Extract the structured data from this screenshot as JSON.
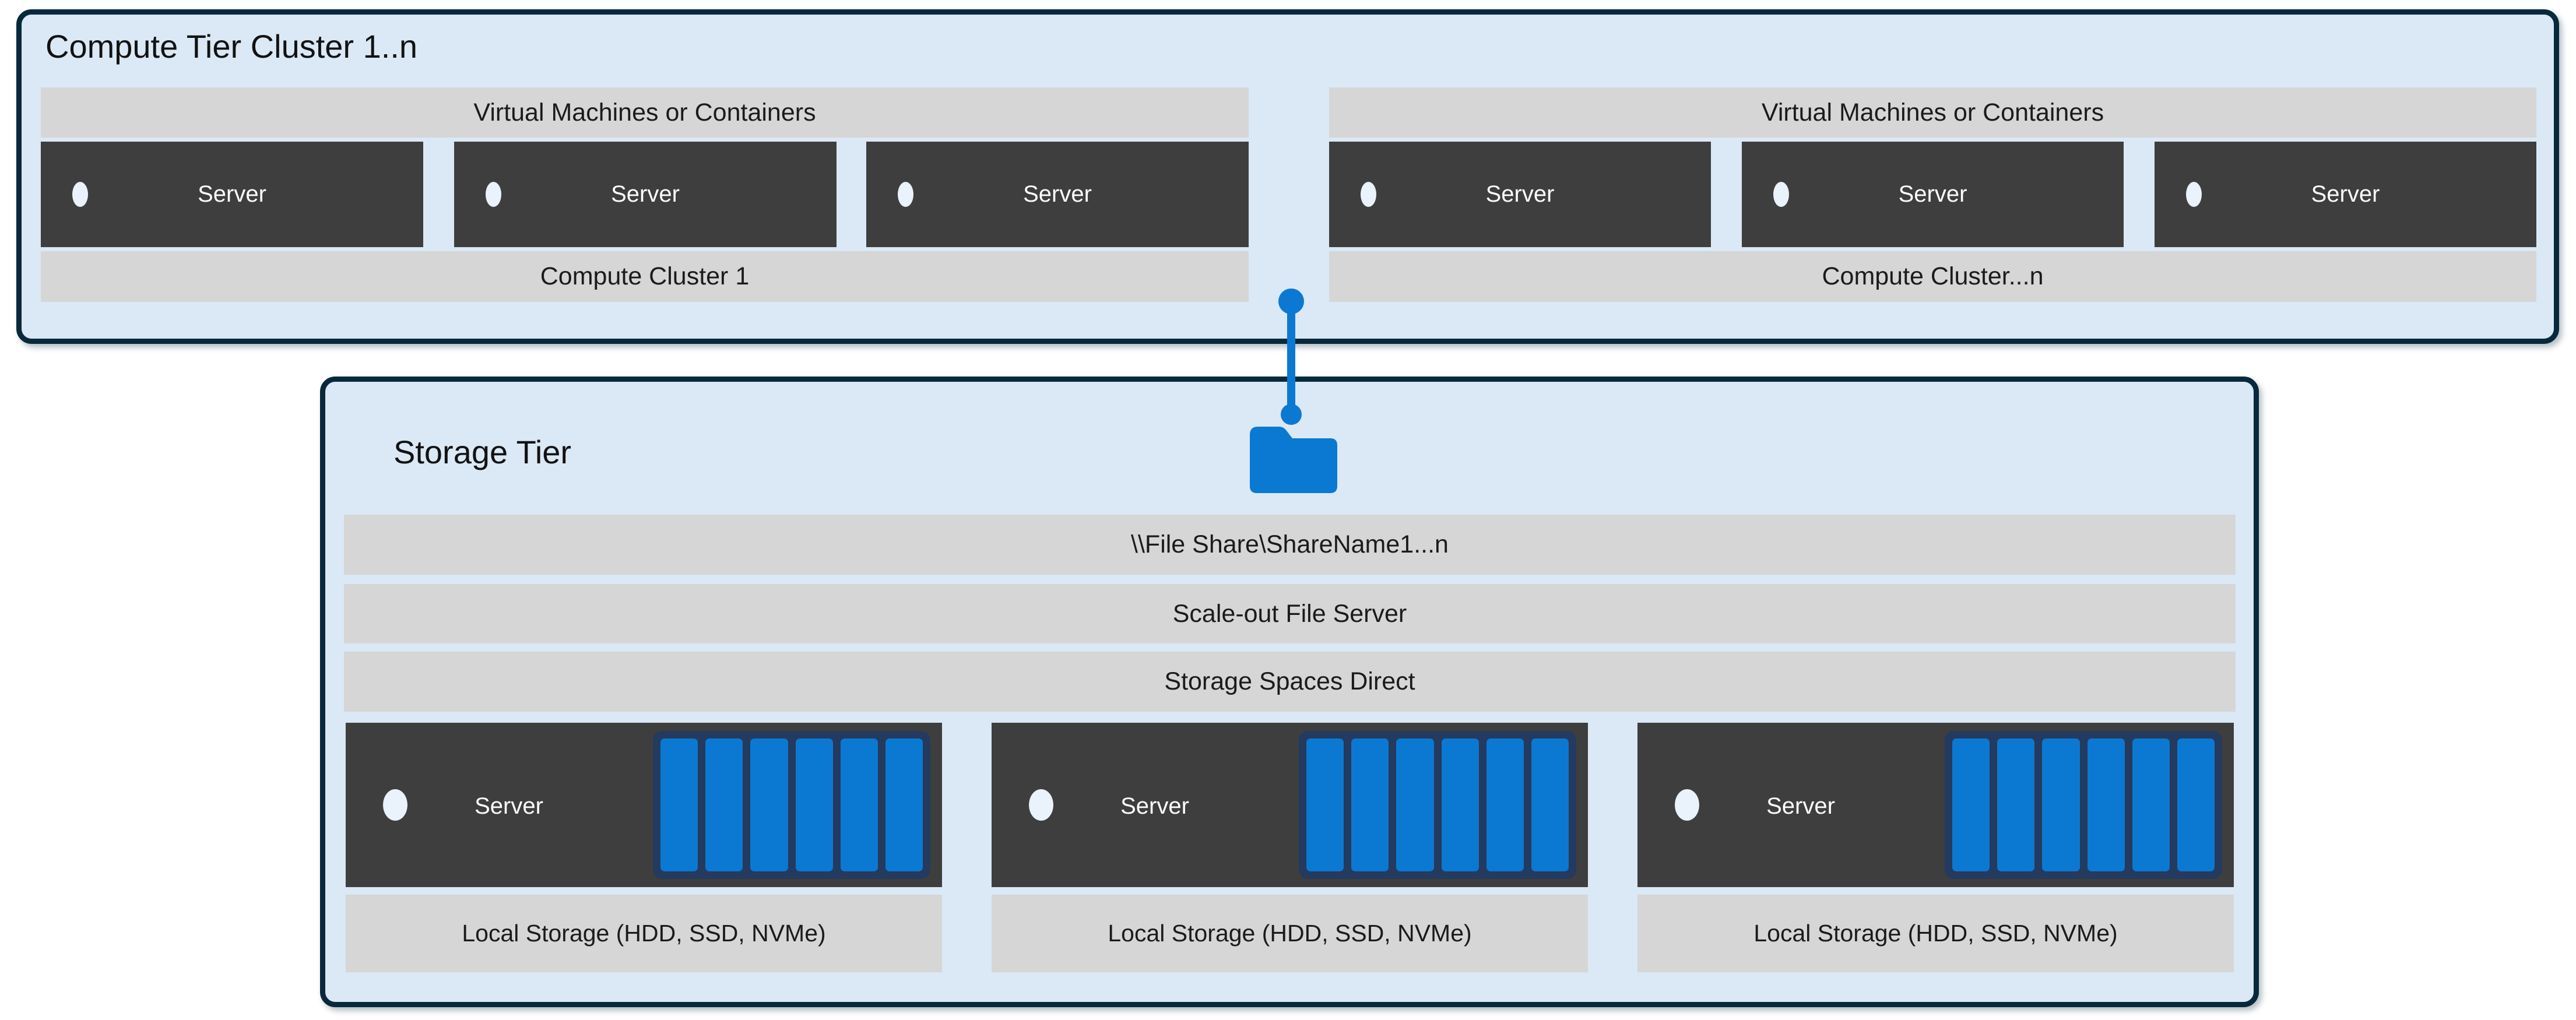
{
  "colors": {
    "tier_fill": "#DBE8F6",
    "tier_border": "#07293B",
    "bar_gray": "#D6D6D6",
    "server_dark": "#3E3E3E",
    "accent_blue": "#0B79D2",
    "disk_border_navy": "#243A5E",
    "page_background": "#FFFFFF"
  },
  "compute_tier": {
    "title": "Compute Tier Cluster 1..n",
    "clusters": [
      {
        "header": "Virtual Machines or Containers",
        "footer": "Compute Cluster 1",
        "servers": [
          "Server",
          "Server",
          "Server"
        ]
      },
      {
        "header": "Virtual Machines or Containers",
        "footer": "Compute Cluster...n",
        "servers": [
          "Server",
          "Server",
          "Server"
        ]
      }
    ]
  },
  "storage_tier": {
    "title": "Storage Tier",
    "folder_icon": "folder-icon",
    "bars": [
      "\\\\File Share\\ShareName1...n",
      "Scale-out File Server",
      "Storage Spaces Direct"
    ],
    "nodes": [
      {
        "server_label": "Server",
        "disk_count": 6,
        "local_storage_label": "Local Storage (HDD, SSD, NVMe)"
      },
      {
        "server_label": "Server",
        "disk_count": 6,
        "local_storage_label": "Local Storage (HDD, SSD, NVMe)"
      },
      {
        "server_label": "Server",
        "disk_count": 6,
        "local_storage_label": "Local Storage (HDD, SSD, NVMe)"
      }
    ]
  }
}
